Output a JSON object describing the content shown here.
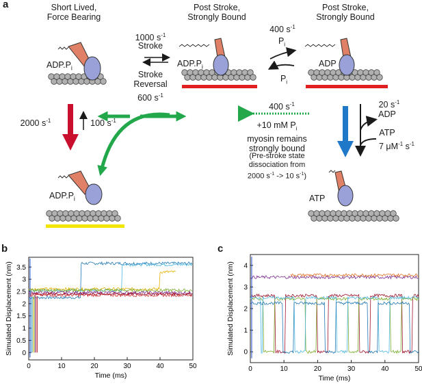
{
  "panel_a": {
    "letter": "a",
    "states": {
      "short_lived": {
        "title1": "Short Lived,",
        "title2": "Force Bearing",
        "nucleotide": "ADP.P",
        "sub": "i"
      },
      "post_stroke_1": {
        "title1": "Post Stroke,",
        "title2": "Strongly Bound",
        "nucleotide": "ADP.P",
        "sub": "i"
      },
      "post_stroke_2": {
        "title1": "Post Stroke,",
        "title2": "Strongly Bound",
        "nucleotide": "ADP"
      },
      "detached_left": {
        "nucleotide": "ADP.P",
        "sub": "i"
      },
      "atp_state": {
        "nucleotide": "ATP"
      }
    },
    "rates": {
      "stroke_rate": "1000 s",
      "stroke_rate_exp": "-1",
      "stroke_label": "Stroke",
      "reversal_label": "Stroke",
      "reversal_label2": "Reversal",
      "reversal_rate": "600 s",
      "reversal_rate_exp": "-1",
      "pi_release_rate": "400 s",
      "pi_release_exp": "-1",
      "pi_top": "P",
      "pi_bottom": "P",
      "pi_sub": "i",
      "detach_rate": "2000 s",
      "detach_exp": "-1",
      "reattach_rate": "100 s",
      "reattach_exp": "-1",
      "green_rate": "400 s",
      "green_rate_exp": "-1",
      "green_note1": "+10 mM P",
      "green_note1_sub": "i",
      "green_note2": "myosin remains",
      "green_note3": "strongly bound",
      "green_note4": "(Pre-stroke state",
      "green_note5": "dissociation from",
      "green_note6": "2000 s",
      "green_note6_exp": "-1",
      "green_note6b": " -> 10 s",
      "green_note6b_exp": "-1",
      "green_note6c": ")",
      "adp_rate": "20 s",
      "adp_rate_exp": "-1",
      "adp_label": "ADP",
      "atp_label": "ATP",
      "atp_rate": "7 μM",
      "atp_rate_exp": "-1",
      "atp_rate_s": " s",
      "atp_rate_s_exp": "-1"
    },
    "colors": {
      "red_bar": "#e02020",
      "yellow_bar": "#f2e600",
      "red_arrow": "#c8102e",
      "blue_arrow": "#1f78c8",
      "green_arrow": "#22a84a",
      "myosin_head": "#9aa0d8",
      "lever": "#e08066",
      "actin": "#b0b0b0"
    }
  },
  "panel_b": {
    "letter": "b",
    "chart_data": {
      "type": "line",
      "xlabel": "Time (ms)",
      "ylabel": "Simulated Displacement (nm)",
      "xlim": [
        0,
        50
      ],
      "ylim": [
        -0.3,
        3.9
      ],
      "xticks": [
        "0",
        "10",
        "20",
        "30",
        "40",
        "50"
      ],
      "yticks": [
        "0",
        "0.5",
        "1",
        "1.5",
        "2",
        "2.5",
        "3",
        "3.5"
      ],
      "series": [
        {
          "color": "#1f77b4",
          "segments": [
            [
              0,
              2.25
            ],
            [
              16,
              3.65
            ],
            [
              50,
              3.65
            ]
          ]
        },
        {
          "color": "#4fb8e0",
          "segments": [
            [
              0,
              2.55
            ],
            [
              28.5,
              3.6
            ],
            [
              50,
              3.6
            ]
          ]
        },
        {
          "color": "#e6b000",
          "segments": [
            [
              0,
              2.6
            ],
            [
              40,
              3.3
            ],
            [
              45,
              3.3
            ]
          ]
        },
        {
          "color": "#7aab2a",
          "segments": [
            [
              0,
              2.55
            ],
            [
              50,
              2.55
            ]
          ]
        },
        {
          "color": "#7b2b8f",
          "segments": [
            [
              0,
              2.45
            ],
            [
              50,
              2.45
            ]
          ]
        },
        {
          "color": "#d03030",
          "segments": [
            [
              0,
              2.35
            ],
            [
              50,
              2.35
            ]
          ]
        },
        {
          "color": "#a0102a",
          "segments": [
            [
              0,
              2.4
            ],
            [
              50,
              2.4
            ]
          ]
        }
      ]
    }
  },
  "panel_c": {
    "letter": "c",
    "chart_data": {
      "type": "line",
      "xlabel": "Time (ms)",
      "ylabel": "Simulated Displacement (nm)",
      "xlim": [
        0,
        50
      ],
      "ylim": [
        -0.5,
        4.5
      ],
      "xticks": [
        "0",
        "10",
        "20",
        "30",
        "40",
        "50"
      ],
      "yticks": [
        "0",
        "1",
        "2",
        "3",
        "4"
      ],
      "series": [
        {
          "color": "#7b2b8f",
          "level": 3.45
        },
        {
          "color": "#e07020",
          "level": 3.55
        },
        {
          "color": "#a0102a",
          "level": 2.6
        },
        {
          "color": "#7aab2a",
          "level": 2.45
        },
        {
          "color": "#4fb8e0",
          "level": 2.5
        },
        {
          "color": "#1f77b4",
          "level": 2.25
        }
      ]
    }
  }
}
